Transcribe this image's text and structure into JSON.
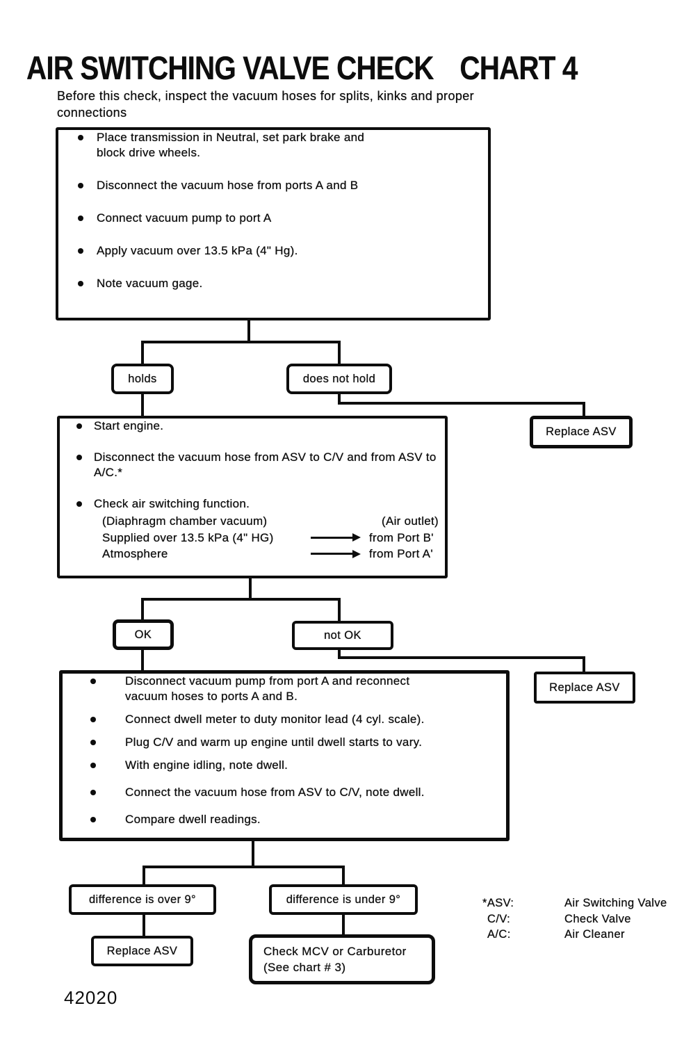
{
  "page": {
    "title": "AIR SWITCHING VALVE CHECK",
    "chart_label": "CHART 4",
    "intro": "Before this check, inspect the vacuum hoses for splits, kinks and proper connections",
    "figure_number": "42020"
  },
  "step1": {
    "items": [
      "Place transmission in Neutral, set park brake and block drive wheels.",
      "Disconnect the vacuum hose from ports A and B",
      "Connect vacuum pump to port A",
      "Apply vacuum over 13.5 kPa (4\" Hg).",
      "Note vacuum gage."
    ]
  },
  "decision1": {
    "left": "holds",
    "right": "does not hold"
  },
  "action1": {
    "label": "Replace ASV"
  },
  "step2": {
    "items": [
      "Start engine.",
      "Disconnect the vacuum hose from ASV to C/V and from ASV to A/C.*",
      "Check air switching function."
    ],
    "table": {
      "header_left": "(Diaphragm chamber vacuum)",
      "header_right": "(Air outlet)",
      "rows": [
        {
          "left": "Supplied over 13.5 kPa (4\" HG)",
          "right": "from Port B'"
        },
        {
          "left": "Atmosphere",
          "right": "from Port A'"
        }
      ]
    }
  },
  "decision2": {
    "left": "OK",
    "right": "not OK"
  },
  "action2": {
    "label": "Replace ASV"
  },
  "step3": {
    "items": [
      "Disconnect vacuum pump from port A and reconnect vacuum hoses to ports A and B.",
      "Connect dwell meter to duty monitor lead (4 cyl. scale).",
      "Plug C/V and warm up engine until dwell starts to vary.",
      "With engine idling, note dwell.",
      "Connect the vacuum hose from ASV to C/V, note dwell.",
      "Compare dwell readings."
    ]
  },
  "decision3": {
    "left": "difference is over 9°",
    "right": "difference is under 9°"
  },
  "action3": {
    "label": "Replace ASV"
  },
  "action4": {
    "line1": "Check MCV or Carburetor",
    "line2": "(See chart # 3)"
  },
  "legend": {
    "items": [
      {
        "abbr": "*ASV:",
        "meaning": "Air Switching Valve"
      },
      {
        "abbr": "C/V:",
        "meaning": "Check Valve"
      },
      {
        "abbr": "A/C:",
        "meaning": "Air Cleaner"
      }
    ]
  }
}
